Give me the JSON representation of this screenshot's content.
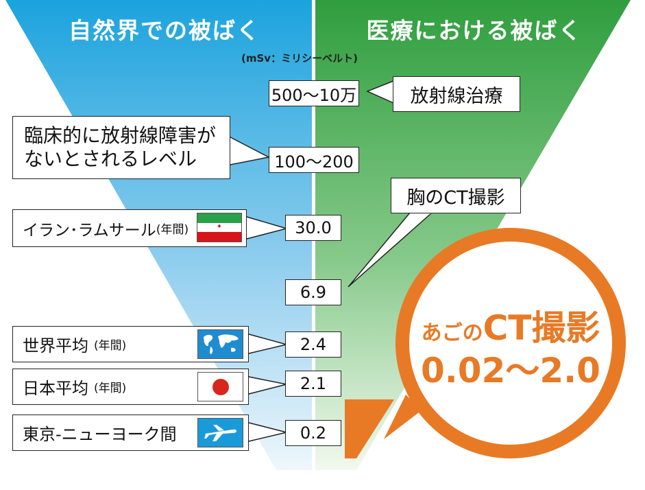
{
  "headers": {
    "left": "自然界での被ばく",
    "right": "医療における被ばく"
  },
  "unit": "(mSv：ミリシーベルト)",
  "values": {
    "v1": "500〜10万",
    "v2": "100〜200",
    "v3": "30.0",
    "v4": "6.9",
    "v5": "2.4",
    "v6": "2.1",
    "v7": "0.2"
  },
  "labels": {
    "radiotherapy": "放射線治療",
    "safe_line1": "臨床的に放射線障害が",
    "safe_line2": "ないとされるレベル",
    "chest_ct": "胸のCT撮影",
    "ramsar_name": "イラン･ラムサール",
    "ramsar_note": "(年間)",
    "world_name": "世界平均",
    "world_note": "(年間)",
    "japan_name": "日本平均",
    "japan_note": "(年間)",
    "flight": "東京-ニューヨーク間"
  },
  "highlight": {
    "line1_prefix": "あごの",
    "line1_main": "CT撮影",
    "line2": "0.02〜2.0"
  },
  "icons": {
    "iran": "iran-flag-icon",
    "world": "world-map-icon",
    "japan": "japan-flag-icon",
    "plane": "airplane-icon"
  },
  "colors": {
    "left_top": "#1ba3dd",
    "left_bottom": "#dff0fa",
    "right_top": "#2f9e3e",
    "right_bottom": "#e6f4e0",
    "accent": "#e87a25"
  }
}
